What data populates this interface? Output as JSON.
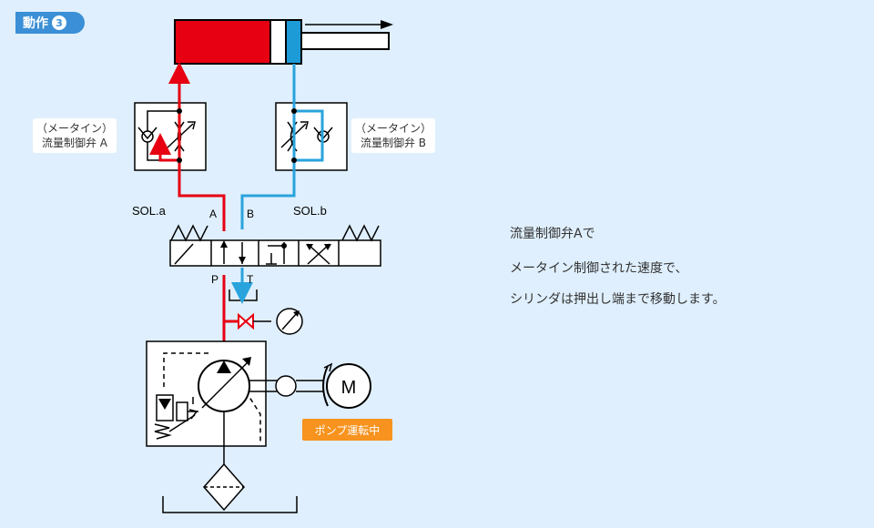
{
  "step_badge": {
    "label": "動作",
    "number": "3"
  },
  "flow_valve_a": {
    "line1": "（メータイン）",
    "line2": "流量制御弁 A"
  },
  "flow_valve_b": {
    "line1": "（メータイン）",
    "line2": "流量制御弁 B"
  },
  "solenoid_a_label": "SOL.a",
  "solenoid_b_label": "SOL.b",
  "port_a_label": "A",
  "port_b_label": "B",
  "port_p_label": "P",
  "port_t_label": "T",
  "motor_label": "M",
  "pump_status": "ポンプ運転中",
  "description": [
    "流量制御弁Aで",
    "メータイン制御された速度で、",
    "シリンダは押出し端まで移動します。"
  ],
  "colors": {
    "pressure_line": "#e60012",
    "return_line": "#29a3dc",
    "cylinder_head": "#e60012",
    "cylinder_rod_side": "#1d9bd7",
    "badge": "#3a8fd6",
    "pump_badge": "#f7931e",
    "background": "#dfeffd"
  }
}
